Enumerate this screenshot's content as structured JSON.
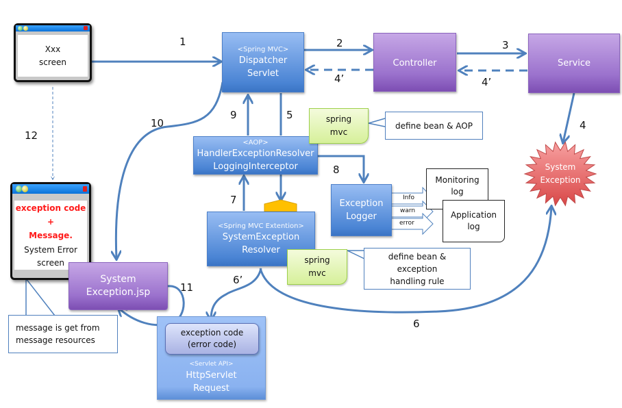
{
  "diagram": {
    "type": "flow",
    "colors": {
      "arrow": "#4f81bd",
      "component_blue": "#4a84d4",
      "component_purple": "#9b72cd",
      "exception_red": "#e05a5a",
      "note_green": "#d6f09a",
      "highlight_red": "#ff1a1a",
      "gate_yellow": "#ffc000"
    },
    "nodes": {
      "xxx_screen": {
        "lines": [
          "Xxx",
          "screen"
        ]
      },
      "dispatcher": {
        "stereotype": "<Spring MVC>",
        "lines": [
          "Dispatcher",
          "Servlet"
        ]
      },
      "controller": {
        "label": "Controller"
      },
      "service": {
        "label": "Service"
      },
      "system_exception": {
        "lines": [
          "System",
          "Exception"
        ]
      },
      "interceptor": {
        "stereotype": "<AOP>",
        "lines": [
          "HandlerExceptionResolver",
          "LoggingInterceptor"
        ]
      },
      "resolver": {
        "stereotype": "<Spring MVC Extention>",
        "lines": [
          "SystemException",
          "Resolver"
        ]
      },
      "exception_logger": {
        "lines": [
          "Exception",
          "Logger"
        ]
      },
      "monitoring_log": {
        "lines": [
          "Monitoring",
          "log"
        ]
      },
      "application_log": {
        "lines": [
          "Application",
          "log"
        ]
      },
      "log_levels": [
        "Info",
        "warn",
        "error"
      ],
      "error_screen": {
        "highlight_lines": [
          "exception code",
          "+",
          "Message."
        ],
        "lines": [
          "System Error",
          "screen"
        ]
      },
      "jsp": {
        "lines": [
          "System",
          "Exception.jsp"
        ]
      },
      "http_request": {
        "stereotype": "<Servlet API>",
        "lines": [
          "HttpServlet",
          "Request"
        ],
        "attribute": [
          "exception code",
          "(error code)"
        ]
      }
    },
    "notes": {
      "spring_mvc_1": [
        "spring",
        "mvc"
      ],
      "spring_mvc_2": [
        "spring",
        "mvc"
      ]
    },
    "callouts": {
      "bean_aop": "define bean & AOP",
      "bean_rule": [
        "define bean &",
        "exception",
        "handling rule"
      ],
      "message_resources": [
        "message is get from",
        "message resources"
      ]
    },
    "edges": [
      {
        "id": "1",
        "from": "xxx_screen",
        "to": "dispatcher",
        "style": "solid"
      },
      {
        "id": "2",
        "from": "dispatcher",
        "to": "controller",
        "style": "solid"
      },
      {
        "id": "3",
        "from": "controller",
        "to": "service",
        "style": "solid"
      },
      {
        "id": "4",
        "from": "service",
        "to": "system_exception",
        "style": "solid"
      },
      {
        "id": "4'",
        "from": "service",
        "to": "controller",
        "style": "dashed"
      },
      {
        "id": "4'",
        "from": "controller",
        "to": "dispatcher",
        "style": "dashed"
      },
      {
        "id": "5",
        "from": "dispatcher",
        "to": "resolver",
        "style": "solid"
      },
      {
        "id": "6",
        "from": "resolver",
        "to": "system_exception",
        "style": "solid"
      },
      {
        "id": "6'",
        "from": "resolver",
        "to": "http_request",
        "style": "solid"
      },
      {
        "id": "7",
        "from": "resolver",
        "to": "interceptor",
        "style": "solid"
      },
      {
        "id": "8",
        "from": "interceptor",
        "to": "exception_logger",
        "style": "solid"
      },
      {
        "id": "9",
        "from": "interceptor",
        "to": "dispatcher",
        "style": "solid"
      },
      {
        "id": "10",
        "from": "dispatcher",
        "to": "jsp",
        "style": "solid"
      },
      {
        "id": "11",
        "from": "http_request",
        "to": "jsp",
        "style": "solid"
      },
      {
        "id": "12",
        "from": "xxx_screen",
        "to": "error_screen",
        "style": "dotted"
      }
    ],
    "edge_labels": {
      "e1": "1",
      "e2": "2",
      "e3": "3",
      "e4": "4",
      "e4a": "4’",
      "e4b": "4’",
      "e5": "5",
      "e6": "6",
      "e6p": "6’",
      "e7": "7",
      "e8": "8",
      "e9": "9",
      "e10": "10",
      "e11": "11",
      "e12": "12"
    }
  }
}
